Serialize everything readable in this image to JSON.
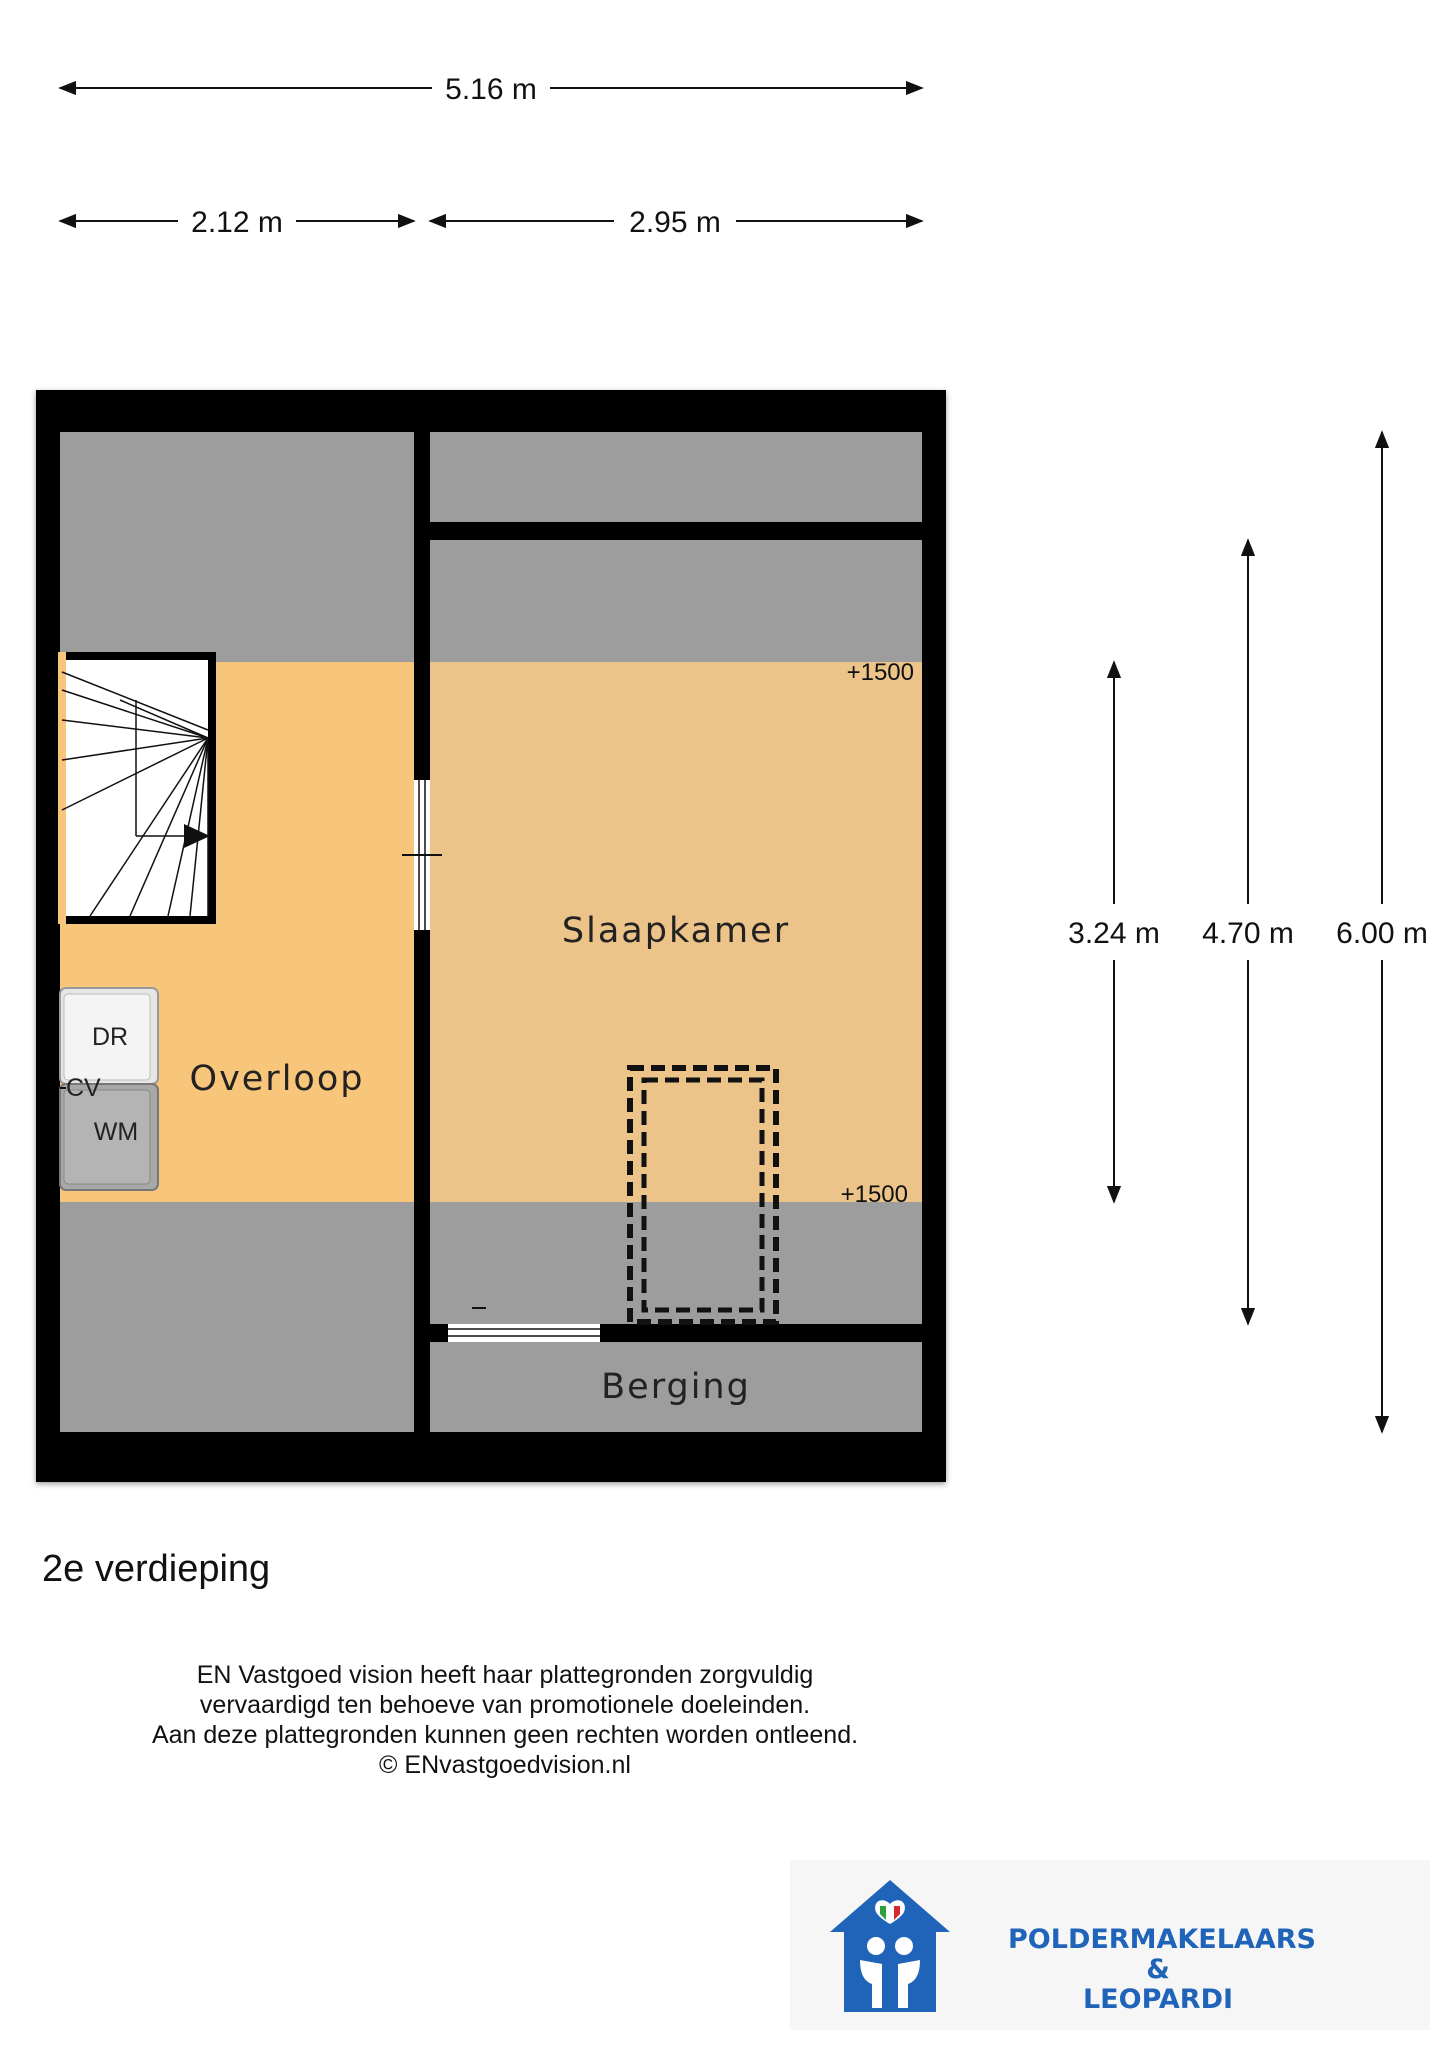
{
  "dimensions": {
    "total_width": "5.16 m",
    "left_width": "2.12 m",
    "right_width": "2.95 m",
    "height_a": "3.24 m",
    "height_b": "4.70 m",
    "height_c": "6.00 m"
  },
  "rooms": {
    "slaapkamer": "Slaapkamer",
    "overloop": "Overloop",
    "berging": "Berging"
  },
  "appliances": {
    "dryer": "DR",
    "boiler": "CV",
    "washer": "WM"
  },
  "levels": {
    "upper": "+1500",
    "lower": "+1500"
  },
  "floor_caption": "2e verdieping",
  "disclaimer": [
    "EN Vastgoed vision heeft haar plattegronden zorgvuldig",
    "vervaardigd ten behoeve van promotionele doeleinden.",
    "Aan deze plattegronden kunnen geen rechten worden ontleend.",
    "© ENvastgoedvision.nl"
  ],
  "brand": {
    "line1": "POLDERMAKELAARS",
    "line2": "&",
    "line3": "LEOPARDI"
  },
  "colors": {
    "wall": "#000000",
    "low_ceiling": "#9d9d9d",
    "overloop_floor": "#f8c67a",
    "slaapkamer_floor": "#ecc489",
    "brand_blue": "#1f64b8"
  }
}
